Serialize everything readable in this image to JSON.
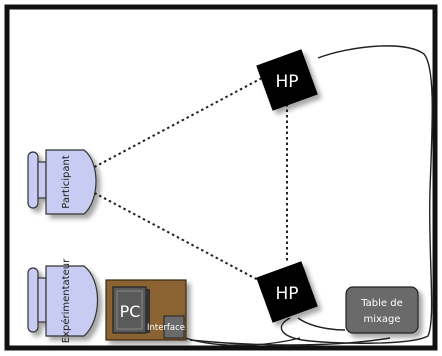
{
  "speakers": {
    "top": "HP",
    "bottom": "HP"
  },
  "participant": {
    "label": "Participant"
  },
  "experimenter": {
    "label": "Expérimentateur"
  },
  "desk": {
    "pc_label": "PC",
    "interface_label": "Interface"
  },
  "mixer": {
    "line1": "Table de",
    "line2": "mixage"
  },
  "colors": {
    "room_border": "#111111",
    "speaker": "#000000",
    "seat": "#c9ccf2",
    "desk": "#8b6331",
    "pc": "#5a5a5a",
    "mixer": "#6b6b6b"
  }
}
